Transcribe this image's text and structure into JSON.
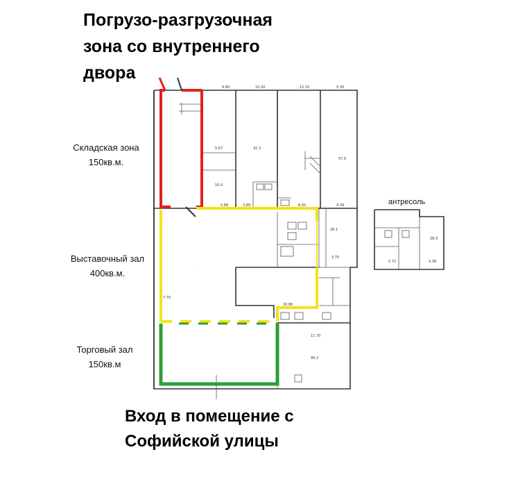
{
  "header": {
    "title_lines": [
      "Погрузо-разгрузочная",
      "зона со внутреннего",
      "двора"
    ]
  },
  "zones": [
    {
      "name": "Складская зона",
      "area": "150кв.м.",
      "color": "#e02020"
    },
    {
      "name": "Выставочный зал",
      "area": "400кв.м.",
      "color": "#f2e31a"
    },
    {
      "name": "Торговый зал",
      "area": "150кв.м",
      "color": "#2e9e3a"
    }
  ],
  "footer": {
    "entrance_lines": [
      "Вход в помещение с",
      "Софийской улицы"
    ]
  },
  "mezzanine": {
    "label": "антресоль"
  }
}
